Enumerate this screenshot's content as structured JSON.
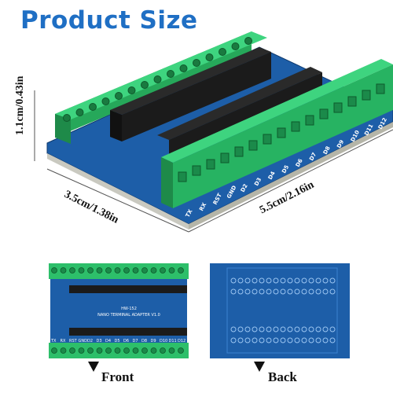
{
  "title": "Product Size",
  "dimensions": {
    "height": "1.1cm/0.43in",
    "width": "3.5cm/1.38in",
    "length": "5.5cm/2.16in"
  },
  "front_pins": [
    "TX",
    "RX",
    "RST",
    "GND",
    "D2",
    "D3",
    "D4",
    "D5",
    "D6",
    "D7",
    "D8",
    "D9",
    "D10",
    "D11",
    "D12"
  ],
  "front_board_label": "HW-152",
  "front_board_subtitle": "NANO TERMINAL ADAPTER V1.0",
  "captions": {
    "front": "Front",
    "back": "Back"
  },
  "colors": {
    "title": "#1f6fc4",
    "board": "#1d5ea8",
    "terminal": "#2dbf6a",
    "header": "#1b1b1b"
  }
}
